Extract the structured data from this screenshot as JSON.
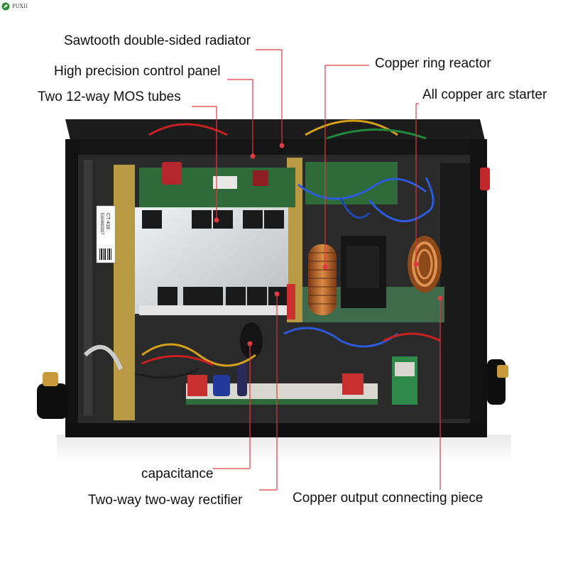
{
  "brand": {
    "name": "PUXII",
    "color": "#2e8b3a"
  },
  "callouts": {
    "radiator": "Sawtooth double-sided radiator",
    "control_panel": "High precision control panel",
    "mos_tubes": "Two 12-way MOS tubes",
    "reactor": "Copper ring reactor",
    "arc_starter": "All copper arc starter",
    "capacitance": "capacitance",
    "rectifier": "Two-way two-way rectifier",
    "output_piece": "Copper output connecting piece"
  },
  "device": {
    "sticker_model": "CT-418",
    "sticker_serial": "E00400007"
  },
  "colors": {
    "leader_line": "#e0393e",
    "frame": "#141414",
    "pcb_green": "#2f6b3a",
    "heatsink": "#cfd3d6",
    "copper": "#c0652a",
    "brass": "#b89a45"
  }
}
